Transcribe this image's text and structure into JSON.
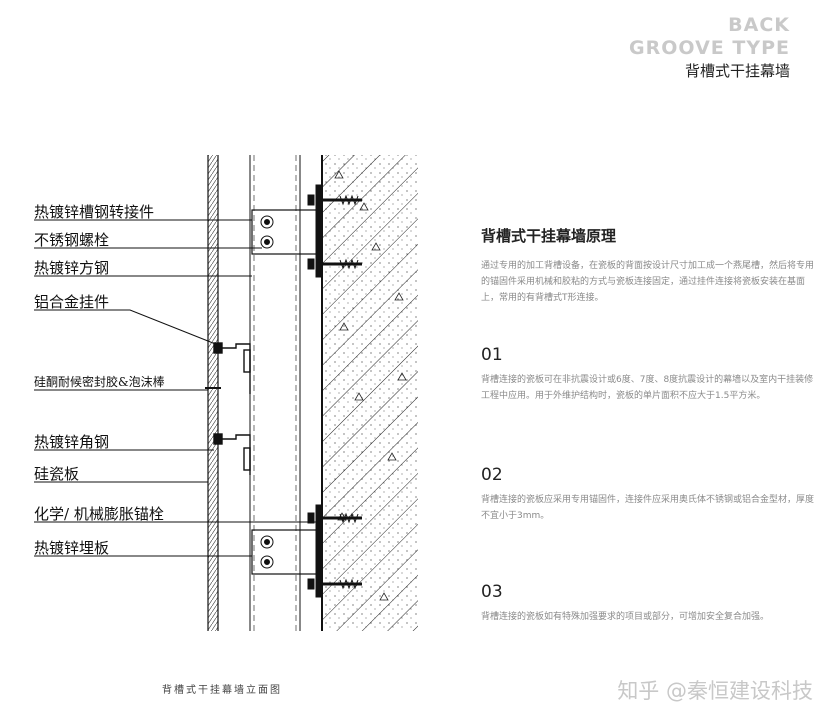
{
  "header": {
    "en_line1": "BACK",
    "en_line2": "GROOVE TYPE",
    "cn_title": "背槽式干挂幕墙"
  },
  "diagram": {
    "labels": {
      "l1": "热镀锌槽钢转接件",
      "l2": "不锈钢螺栓",
      "l3": "热镀锌方钢",
      "l4": "铝合金挂件",
      "l5": "硅酮耐候密封胶&泡沫棒",
      "l6": "热镀锌角钢",
      "l7": "硅瓷板",
      "l8": "化学/ 机械膨胀锚栓",
      "l9": "热镀锌埋板"
    }
  },
  "content": {
    "section_title": "背槽式干挂幕墙原理",
    "intro": "通过专用的加工背槽设备，在瓷板的背面按设计尺寸加工成一个燕尾槽，然后将专用的锚固件采用机械和胶粘的方式与瓷板连接固定，通过挂件连接将瓷板安装在基面上，常用的有背槽式T形连接。",
    "items": [
      {
        "num": "01",
        "text": "背槽连接的瓷板可在非抗震设计或6度、7度、8度抗震设计的幕墙以及室内干挂装修工程中应用。用于外维护结构时，瓷板的单片面积不应大于1.5平方米。"
      },
      {
        "num": "02",
        "text": "背槽连接的瓷板应采用专用锚固件，连接件应采用奥氏体不锈钢或铝合金型材，厚度不宜小于3mm。"
      },
      {
        "num": "03",
        "text": "背槽连接的瓷板如有特殊加强要求的项目或部分，可增加安全复合加强。"
      }
    ]
  },
  "caption": "背槽式干挂幕墙立面图",
  "watermark": "知乎 @秦恒建设科技"
}
